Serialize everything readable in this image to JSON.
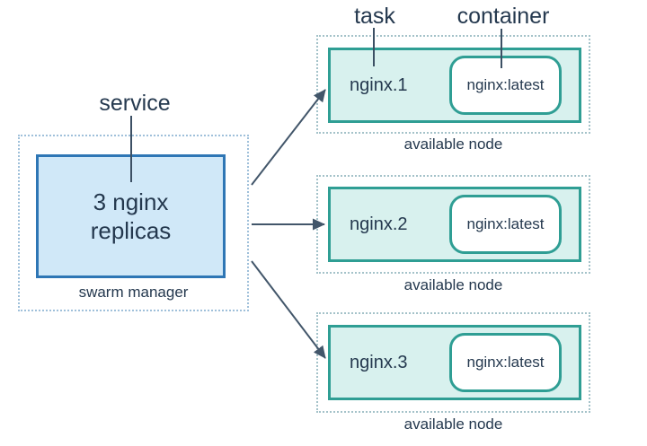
{
  "diagram": {
    "callouts": {
      "service": "service",
      "task": "task",
      "container": "container"
    },
    "swarm_manager": {
      "service_box_line1": "3 nginx",
      "service_box_line2": "replicas",
      "caption": "swarm manager"
    },
    "nodes": [
      {
        "task_name": "nginx.1",
        "container_label": "nginx:latest",
        "caption": "available node"
      },
      {
        "task_name": "nginx.2",
        "container_label": "nginx:latest",
        "caption": "available node"
      },
      {
        "task_name": "nginx.3",
        "container_label": "nginx:latest",
        "caption": "available node"
      }
    ],
    "colors": {
      "service_box_fill": "#d0e8f8",
      "service_box_border": "#2e76b5",
      "task_box_fill": "#d8f1ee",
      "task_box_border": "#2f9e94",
      "manager_dotted_border": "#9fc0da",
      "node_dotted_border": "#a4c2c9",
      "text": "#24384e",
      "arrow": "#42566a"
    }
  }
}
